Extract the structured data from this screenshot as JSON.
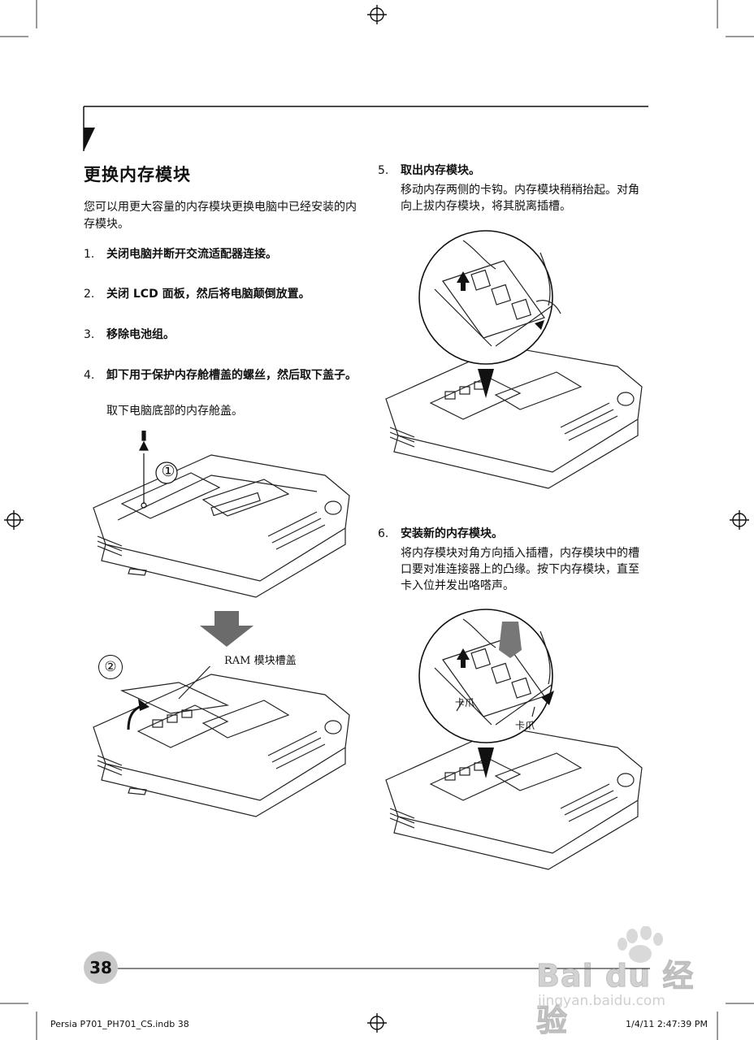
{
  "section": {
    "title": "更换内存模块",
    "intro": "您可以用更大容量的内存模块更换电脑中已经安装的内存模块。"
  },
  "steps": [
    {
      "num": "1.",
      "title": "关闭电脑并断开交流适配器连接。"
    },
    {
      "num": "2.",
      "title": "关闭 LCD 面板，然后将电脑颠倒放置。"
    },
    {
      "num": "3.",
      "title": "移除电池组。"
    },
    {
      "num": "4.",
      "title": "卸下用于保护内存舱槽盖的螺丝，然后取下盖子。",
      "desc": "取下电脑底部的内存舱盖。"
    },
    {
      "num": "5.",
      "title": "取出内存模块。",
      "desc": "移动内存两侧的卡钩。内存模块稍稍抬起。对角向上拔内存模块，将其脱离插槽。"
    },
    {
      "num": "6.",
      "title": "安装新的内存模块。",
      "desc": "将内存模块对角方向插入插槽，内存模块中的槽口要对准连接器上的凸缘。按下内存模块，直至卡入位并发出咯嗒声。"
    }
  ],
  "figures": {
    "callout_1": "①",
    "callout_2": "②",
    "ram_cover_label": "RAM 模块槽盖",
    "clip_label_left": "卡爪",
    "clip_label_right": "卡爪"
  },
  "page": {
    "number": "38"
  },
  "footer": {
    "left": "Persia P701_PH701_CS.indb   38",
    "right": "1/4/11   2:47:39 PM"
  },
  "watermark": {
    "brand": "Bai  du 经验",
    "url": "jingyan.baidu.com"
  }
}
